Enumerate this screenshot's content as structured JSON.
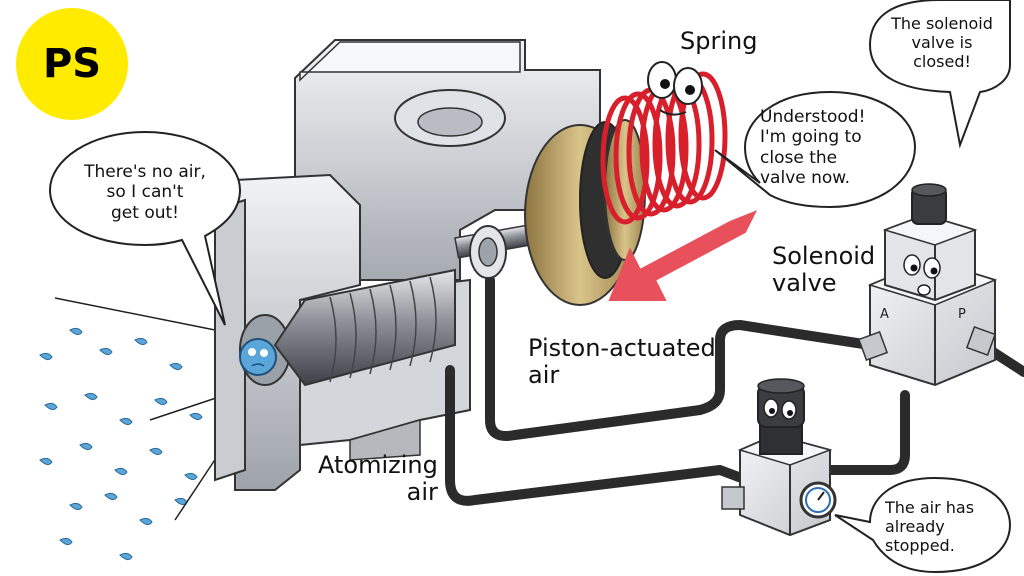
{
  "logo": {
    "text": "PS",
    "color": "#ffeb00"
  },
  "labels": {
    "spring": "Spring",
    "solenoid_valve": "Solenoid\nvalve",
    "piston_actuated_air": "Piston-actuated\nair",
    "atomizing_air": "Atomizing\nair"
  },
  "bubbles": {
    "no_air": "There's no air,\nso I can't\nget out!",
    "spring_reply": "Understood!\nI'm going to\nclose the\nvalve now.",
    "solenoid_closed": "The solenoid\nvalve is\nclosed!",
    "air_stopped": "The air has\nalready\nstopped."
  },
  "valve_ports": {
    "a": "A",
    "p": "P"
  },
  "colors": {
    "arrow": "#e8505b",
    "spring": "#d8202c",
    "droplets": "#5aa6d8",
    "hose": "#2b2b2b",
    "body": "#d9dde1"
  }
}
